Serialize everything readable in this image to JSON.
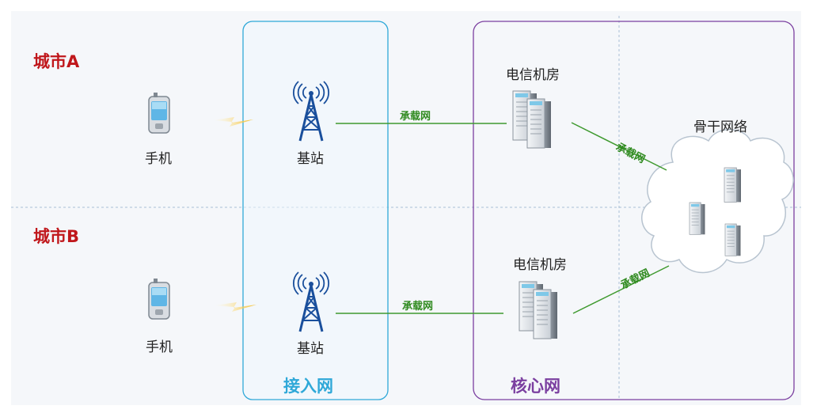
{
  "cities": {
    "a": "城市A",
    "b": "城市B"
  },
  "nodes": {
    "phone_a": "手机",
    "phone_b": "手机",
    "station_a": "基站",
    "station_b": "基站",
    "room_a": "电信机房",
    "room_b": "电信机房",
    "backbone": "骨干网络"
  },
  "links": {
    "bearer_a": "承载网",
    "bearer_b": "承载网",
    "bearer_core_a": "承载网",
    "bearer_core_b": "承载网"
  },
  "zones": {
    "access": "接入网",
    "core": "核心网"
  },
  "colors": {
    "city": "#c0171b",
    "access_zone": "#2fa8d8",
    "core_zone": "#7b3fa0",
    "link": "#3f9a2f",
    "lightning": "#f5b915",
    "tower": "#1a4f9c"
  }
}
